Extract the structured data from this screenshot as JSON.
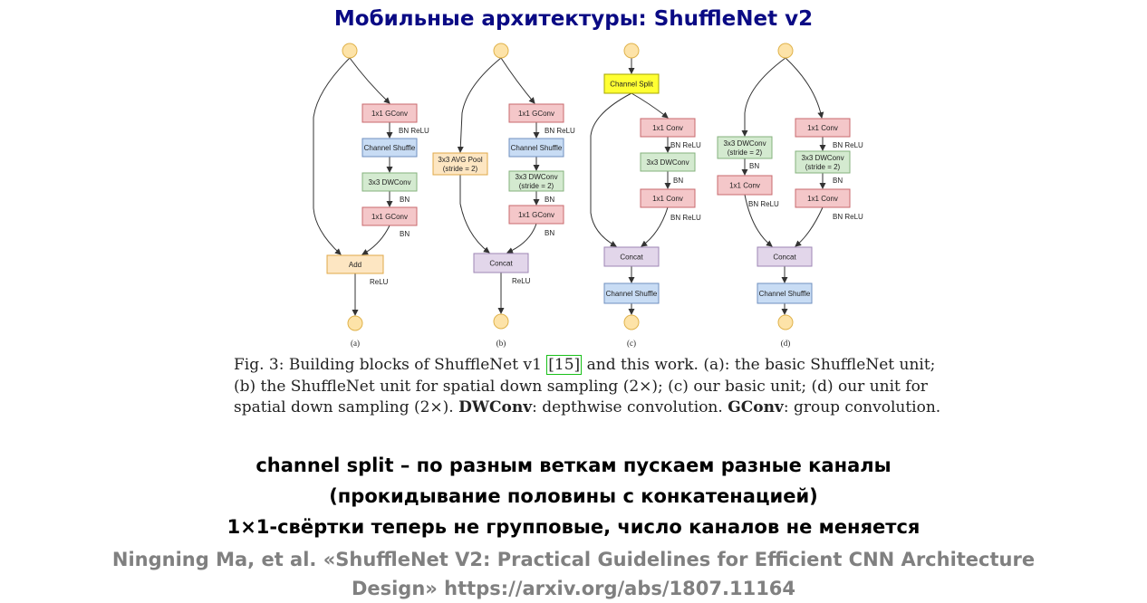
{
  "slide": {
    "title": "Мобильные архитектуры: ShuffleNet v2",
    "bullets": [
      "channel split – по разным веткам пускаем разные каналы",
      "(прокидывание половины с конкатенацией)",
      "1×1-свёртки теперь не групповые, число каналов не меняется"
    ],
    "citation_line1": "Ningning Ma, et al. «ShuffleNet V2: Practical Guidelines for Efficient CNN Architecture",
    "citation_line2": "Design» https://arxiv.org/abs/1807.11164"
  },
  "figure": {
    "caption": {
      "prefix": "Fig. 3: Building blocks of ShuffleNet v1 ",
      "ref": "[15]",
      "part1": " and this work. (a): the basic ShuffleNet unit; (b) the ShuffleNet unit for spatial down sampling (2×); (c) our basic unit; (d) our unit for spatial down sampling (2×). ",
      "term1": "DWConv",
      "def1": ": depthwise convolution. ",
      "term2": "GConv",
      "def2": ": group convolution."
    },
    "colors": {
      "conv": "#f4c7c9",
      "conv_border": "#c8686d",
      "shuffle": "#c8dcf4",
      "shuffle_border": "#6f8fbf",
      "dwconv": "#d4ead0",
      "dwconv_border": "#84b27d",
      "add": "#fde6c2",
      "add_border": "#e0a848",
      "concat": "#e2d6ea",
      "concat_border": "#9d86b4",
      "split": "#ffff33",
      "split_border": "#a4a400",
      "node": "#fde3a8",
      "node_border": "#e0b24a"
    },
    "panels": [
      {
        "label": "(a)",
        "boxes": [
          {
            "type": "conv",
            "text": [
              "1x1 GConv"
            ]
          },
          {
            "type": "shuffle",
            "text": [
              "Channel Shuffle"
            ]
          },
          {
            "type": "dwconv",
            "text": [
              "3x3 DWConv"
            ]
          },
          {
            "type": "conv",
            "text": [
              "1x1 GConv"
            ]
          },
          {
            "type": "add",
            "text": [
              "Add"
            ]
          }
        ],
        "annotations": [
          "BN ReLU",
          "BN",
          "BN",
          "ReLU"
        ]
      },
      {
        "label": "(b)",
        "boxes": [
          {
            "type": "conv",
            "text": [
              "1x1 GConv"
            ]
          },
          {
            "type": "shuffle",
            "text": [
              "Channel Shuffle"
            ]
          },
          {
            "type": "dwconv",
            "text": [
              "3x3 DWConv",
              "(stride = 2)"
            ]
          },
          {
            "type": "conv",
            "text": [
              "1x1 GConv"
            ]
          },
          {
            "type": "add",
            "text": [
              "3x3 AVG Pool",
              "(stride = 2)"
            ]
          },
          {
            "type": "concat",
            "text": [
              "Concat"
            ]
          }
        ],
        "annotations": [
          "BN ReLU",
          "BN",
          "BN",
          "ReLU"
        ]
      },
      {
        "label": "(c)",
        "boxes": [
          {
            "type": "split",
            "text": [
              "Channel Split"
            ]
          },
          {
            "type": "conv",
            "text": [
              "1x1 Conv"
            ]
          },
          {
            "type": "dwconv",
            "text": [
              "3x3 DWConv"
            ]
          },
          {
            "type": "conv",
            "text": [
              "1x1 Conv"
            ]
          },
          {
            "type": "concat",
            "text": [
              "Concat"
            ]
          },
          {
            "type": "shuffle",
            "text": [
              "Channel Shuffle"
            ]
          }
        ],
        "annotations": [
          "BN ReLU",
          "BN",
          "BN ReLU"
        ]
      },
      {
        "label": "(d)",
        "boxes": [
          {
            "type": "dwconv",
            "text": [
              "3x3 DWConv",
              "(stride = 2)"
            ]
          },
          {
            "type": "conv",
            "text": [
              "1x1 Conv"
            ]
          },
          {
            "type": "conv",
            "text": [
              "1x1 Conv"
            ]
          },
          {
            "type": "dwconv",
            "text": [
              "3x3 DWConv",
              "(stride = 2)"
            ]
          },
          {
            "type": "conv",
            "text": [
              "1x1 Conv"
            ]
          },
          {
            "type": "concat",
            "text": [
              "Concat"
            ]
          },
          {
            "type": "shuffle",
            "text": [
              "Channel Shuffle"
            ]
          }
        ],
        "annotations": [
          "BN",
          "BN ReLU",
          "BN ReLU",
          "BN",
          "BN ReLU"
        ]
      }
    ]
  }
}
